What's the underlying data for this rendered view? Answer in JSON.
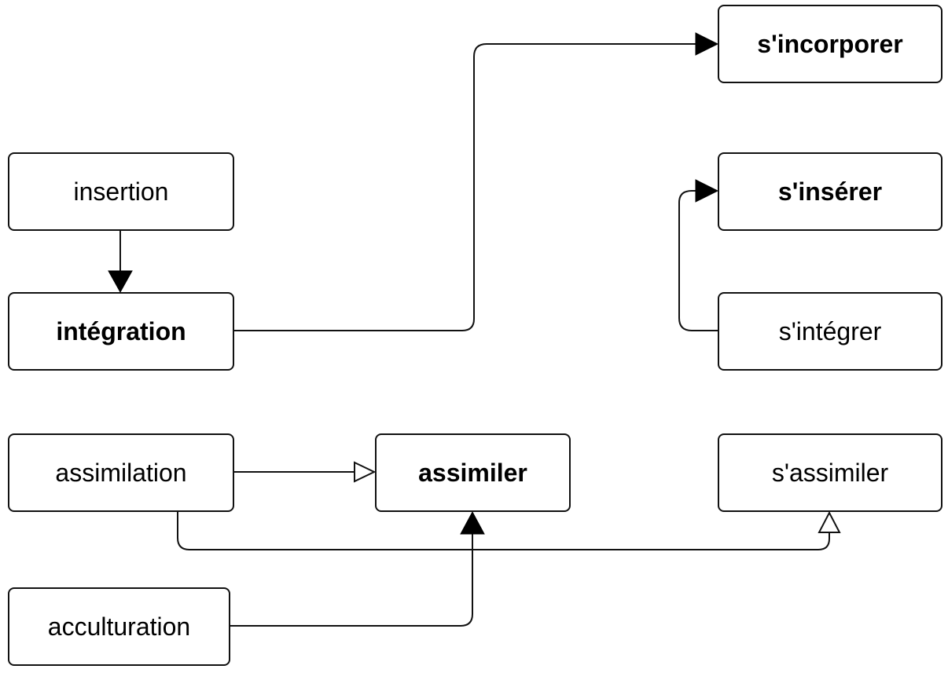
{
  "nodes": {
    "insertion": "insertion",
    "integration": "intégration",
    "assimilation": "assimilation",
    "acculturation": "acculturation",
    "assimiler": "assimiler",
    "s_incorporer": "s'incorporer",
    "s_inserer": "s'insérer",
    "s_integrer": "s'intégrer",
    "s_assimiler": "s'assimiler"
  },
  "edges": [
    {
      "from": "insertion",
      "to": "intégration",
      "arrowhead": "filled"
    },
    {
      "from": "intégration",
      "to": "s'incorporer",
      "arrowhead": "filled"
    },
    {
      "from": "s'intégrer",
      "to": "s'insérer",
      "arrowhead": "filled"
    },
    {
      "from": "assimilation",
      "to": "assimiler",
      "arrowhead": "hollow"
    },
    {
      "from": "assimilation",
      "to": "s'assimiler",
      "arrowhead": "hollow"
    },
    {
      "from": "acculturation",
      "to": "assimiler",
      "arrowhead": "filled"
    }
  ],
  "colors": {
    "stroke": "#111111",
    "background": "#ffffff",
    "text": "#000000"
  }
}
